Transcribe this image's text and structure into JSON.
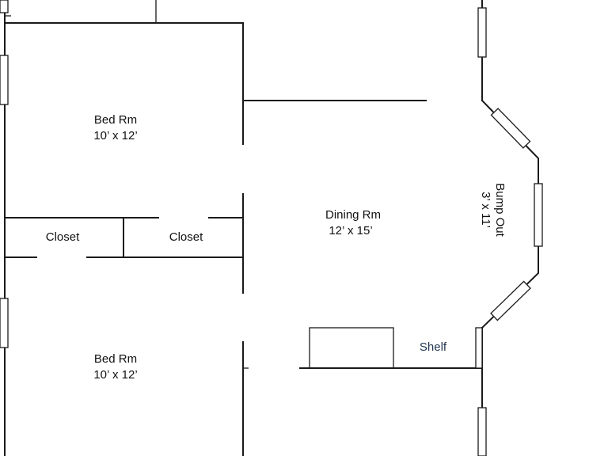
{
  "rooms": {
    "bed_top": {
      "name": "Bed Rm",
      "size": "10’ x 12’"
    },
    "bed_bottom": {
      "name": "Bed Rm",
      "size": "10’ x 12’"
    },
    "closet_left": {
      "name": "Closet"
    },
    "closet_right": {
      "name": "Closet"
    },
    "dining": {
      "name": "Dining Rm",
      "size": "12’ x 15’"
    },
    "bump_out": {
      "name": "Bump Out",
      "size": "3’ x 11’"
    },
    "shelf": {
      "name": "Shelf"
    }
  },
  "colors": {
    "line": "#1a1a1a",
    "shelf_label": "#1f3550"
  }
}
